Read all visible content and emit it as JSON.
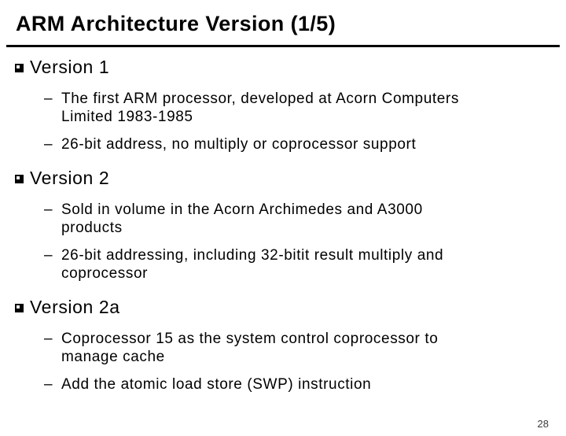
{
  "slide": {
    "title": "ARM Architecture Version (1/5)",
    "page_number": "28",
    "item_marker": "–",
    "icons": {
      "section_bullet": "shadowed-white-square-icon",
      "sub_bullet": "en-dash"
    },
    "colors": {
      "background": "#ffffff",
      "text": "#000000",
      "rule": "#000000"
    },
    "sections": [
      {
        "heading": "Version 1",
        "items": [
          {
            "lines": [
              "The first ARM processor, developed at Acorn Computers",
              "Limited 1983-1985"
            ]
          },
          {
            "lines": [
              "26-bit address, no multiply or coprocessor support"
            ]
          }
        ]
      },
      {
        "heading": "Version 2",
        "items": [
          {
            "lines": [
              "Sold in volume in the Acorn Archimedes and A3000",
              "products"
            ]
          },
          {
            "lines": [
              "26-bit addressing, including 32-bitit result multiply and",
              "coprocessor"
            ]
          }
        ]
      },
      {
        "heading": "Version 2a",
        "items": [
          {
            "lines": [
              "Coprocessor 15 as the system control coprocessor to",
              "manage cache"
            ]
          },
          {
            "lines": [
              "Add the atomic load store (SWP) instruction"
            ]
          }
        ]
      }
    ]
  }
}
